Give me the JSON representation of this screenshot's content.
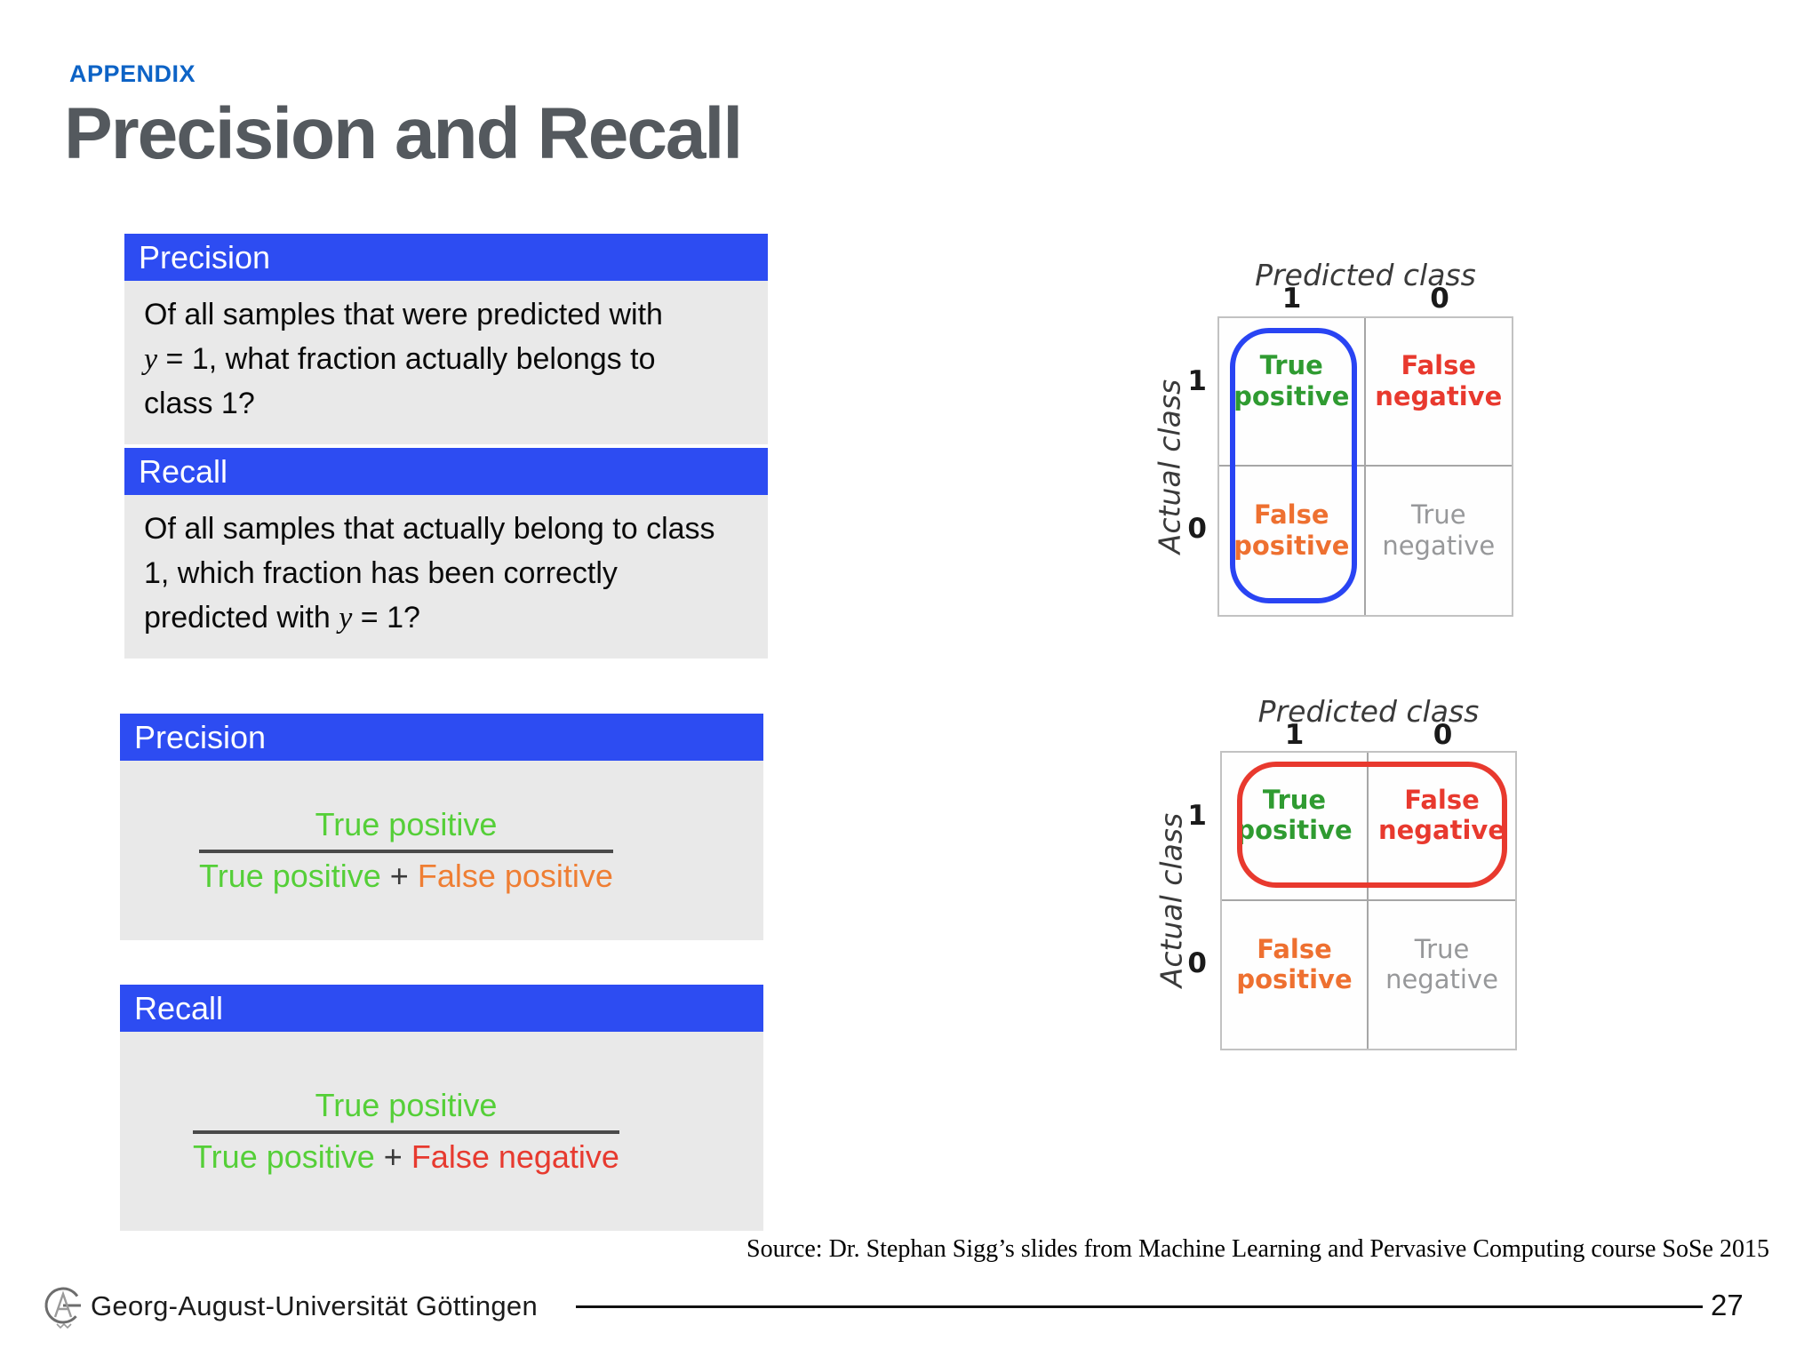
{
  "slide": {
    "appendix_label": "APPENDIX",
    "title": "Precision and Recall",
    "source_note": "Source: Dr. Stephan Sigg’s slides from Machine Learning and Pervasive Computing course SoSe 2015",
    "footer": {
      "institution": "Georg-August-Universität Göttingen",
      "page_number": "27",
      "logo": "university-seal-monogram"
    }
  },
  "colors": {
    "accent_blue_header": "#2d4cf2",
    "appendix_blue": "#0d63c6",
    "title_gray": "#54595e",
    "box_body_gray": "#e9e9e9",
    "formula_green": "#55cf38",
    "formula_orange": "#ef7e33",
    "formula_red": "#e73a2f",
    "matrix_green": "#2f9b31",
    "matrix_red": "#e8392e",
    "matrix_orange": "#ee7030",
    "matrix_gray": "#97989a",
    "highlight_blue": "#2944f3",
    "highlight_red": "#e8392e"
  },
  "definition_boxes": [
    {
      "header": "Precision",
      "lines": [
        [
          {
            "t": "Of all samples that were predicted with"
          }
        ],
        [
          {
            "t": "y",
            "c": "mi"
          },
          {
            "t": " = 1, what fraction actually belongs to"
          }
        ],
        [
          {
            "t": "class 1?"
          }
        ]
      ]
    },
    {
      "header": "Recall",
      "lines": [
        [
          {
            "t": "Of all samples that actually belong to class"
          }
        ],
        [
          {
            "t": "1, which fraction has been correctly"
          }
        ],
        [
          {
            "t": "predicted with "
          },
          {
            "t": "y",
            "c": "mi"
          },
          {
            "t": " = 1?"
          }
        ]
      ]
    }
  ],
  "formula_boxes": [
    {
      "header": "Precision",
      "numerator": [
        {
          "t": "True positive",
          "c": "f-green"
        }
      ],
      "denominator": [
        {
          "t": "True positive",
          "c": "f-green"
        },
        {
          "t": " + ",
          "c": "f-plus"
        },
        {
          "t": "False positive",
          "c": "f-orange"
        }
      ]
    },
    {
      "header": "Recall",
      "numerator": [
        {
          "t": "True positive",
          "c": "f-green"
        }
      ],
      "denominator": [
        {
          "t": "True positive",
          "c": "f-green"
        },
        {
          "t": " + ",
          "c": "f-plus"
        },
        {
          "t": "False negative",
          "c": "f-red"
        }
      ]
    }
  ],
  "matrices": [
    {
      "predicted_label": "Predicted class",
      "actual_label": "Actual class",
      "col_labels": [
        "1",
        "0"
      ],
      "row_labels": [
        "1",
        "0"
      ],
      "cells": [
        {
          "text": "True positive",
          "cls": "cell-text c-green"
        },
        {
          "text": "False negative",
          "cls": "cell-text c-red"
        },
        {
          "text": "False positive",
          "cls": "cell-text c-orange"
        },
        {
          "text": "True negative",
          "cls": "cell-text c-gray"
        }
      ],
      "highlight": "predicted-positive-column"
    },
    {
      "predicted_label": "Predicted class",
      "actual_label": "Actual class",
      "col_labels": [
        "1",
        "0"
      ],
      "row_labels": [
        "1",
        "0"
      ],
      "cells": [
        {
          "text": "True positive",
          "cls": "cell-text c-green"
        },
        {
          "text": "False negative",
          "cls": "cell-text c-red"
        },
        {
          "text": "False positive",
          "cls": "cell-text c-orange"
        },
        {
          "text": "True negative",
          "cls": "cell-text c-gray"
        }
      ],
      "highlight": "actual-positive-row"
    }
  ]
}
